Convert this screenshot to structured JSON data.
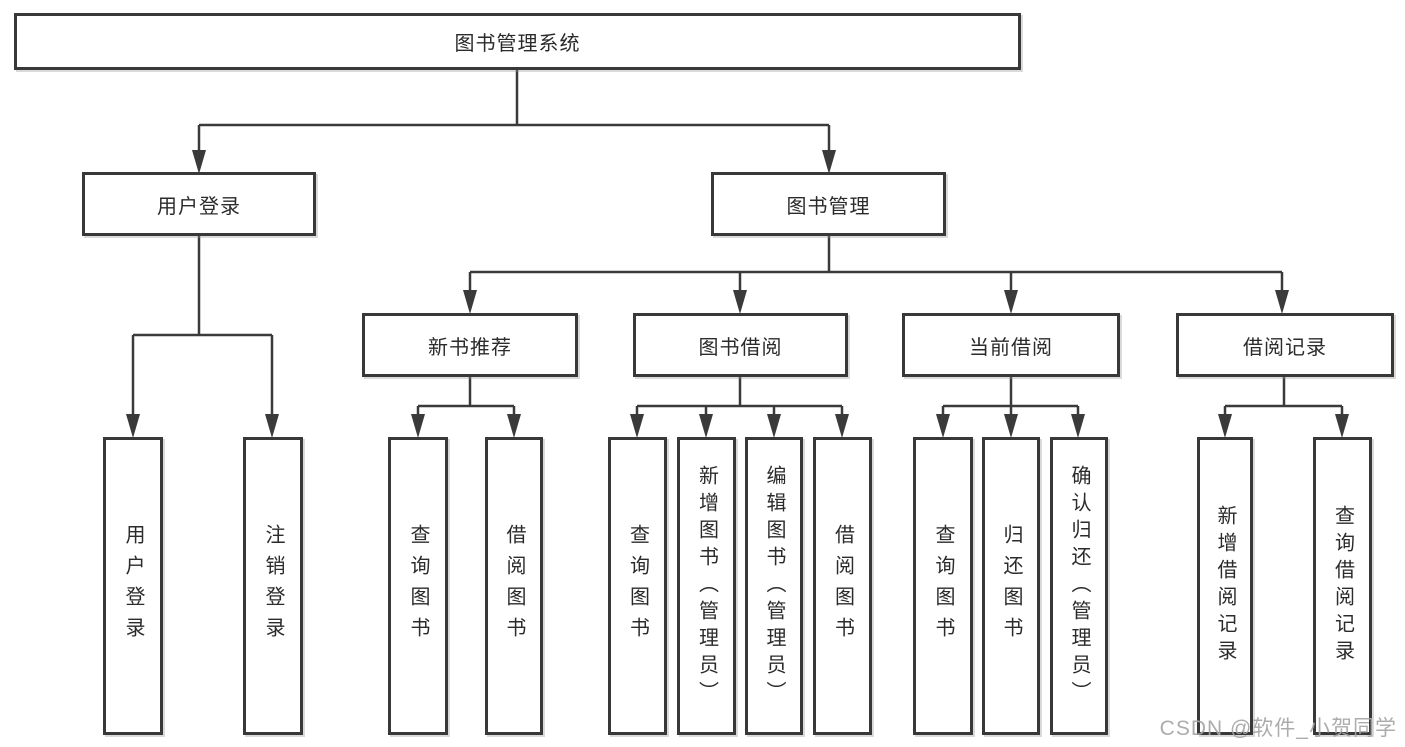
{
  "tree": {
    "label": "图书管理系统",
    "children": [
      {
        "label": "用户登录",
        "children": [
          {
            "label": "用户登录"
          },
          {
            "label": "注销登录"
          }
        ]
      },
      {
        "label": "图书管理",
        "children": [
          {
            "label": "新书推荐",
            "children": [
              {
                "label": "查询图书"
              },
              {
                "label": "借阅图书"
              }
            ]
          },
          {
            "label": "图书借阅",
            "children": [
              {
                "label": "查询图书"
              },
              {
                "label": "新增图书（管理员）"
              },
              {
                "label": "编辑图书（管理员）"
              },
              {
                "label": "借阅图书"
              }
            ]
          },
          {
            "label": "当前借阅",
            "children": [
              {
                "label": "查询图书"
              },
              {
                "label": "归还图书"
              },
              {
                "label": "确认归还（管理员）"
              }
            ]
          },
          {
            "label": "借阅记录",
            "children": [
              {
                "label": "新增借阅记录"
              },
              {
                "label": "查询借阅记录"
              }
            ]
          }
        ]
      }
    ]
  },
  "watermark": {
    "text": "CSDN @软件_小贺同学"
  },
  "colors": {
    "line": "#3a3a3a",
    "box_border": "#383838",
    "box_fill": "#ffffff",
    "text": "#2b2b2b",
    "watermark": "#a5a5a5",
    "background": "#ffffff"
  }
}
